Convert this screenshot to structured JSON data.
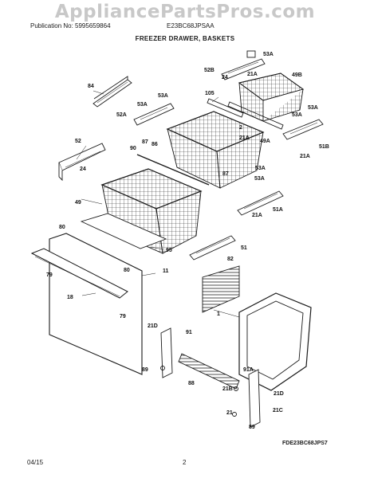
{
  "watermark": "AppliancePartsPros.com",
  "header": {
    "publication": "Publication No: 5995659864",
    "model": "E23BC68JPSAA",
    "section_title": "FREEZER DRAWER, BASKETS"
  },
  "figure_code": "FDE23BC68JPS7",
  "footer": {
    "date": "04/15",
    "page": "2"
  },
  "part_labels": [
    "84",
    "52A",
    "53A",
    "53A",
    "52B",
    "24",
    "53A",
    "21A",
    "49B",
    "105",
    "2",
    "53A",
    "53A",
    "51B",
    "21A",
    "21A",
    "52",
    "24",
    "87",
    "90",
    "86",
    "49A",
    "87",
    "53A",
    "53A",
    "21A",
    "51A",
    "49",
    "95",
    "51",
    "80",
    "80",
    "11",
    "82",
    "79",
    "18",
    "79",
    "1",
    "21D",
    "91",
    "89",
    "88",
    "91A",
    "21B",
    "21D",
    "21C",
    "21",
    "89"
  ]
}
